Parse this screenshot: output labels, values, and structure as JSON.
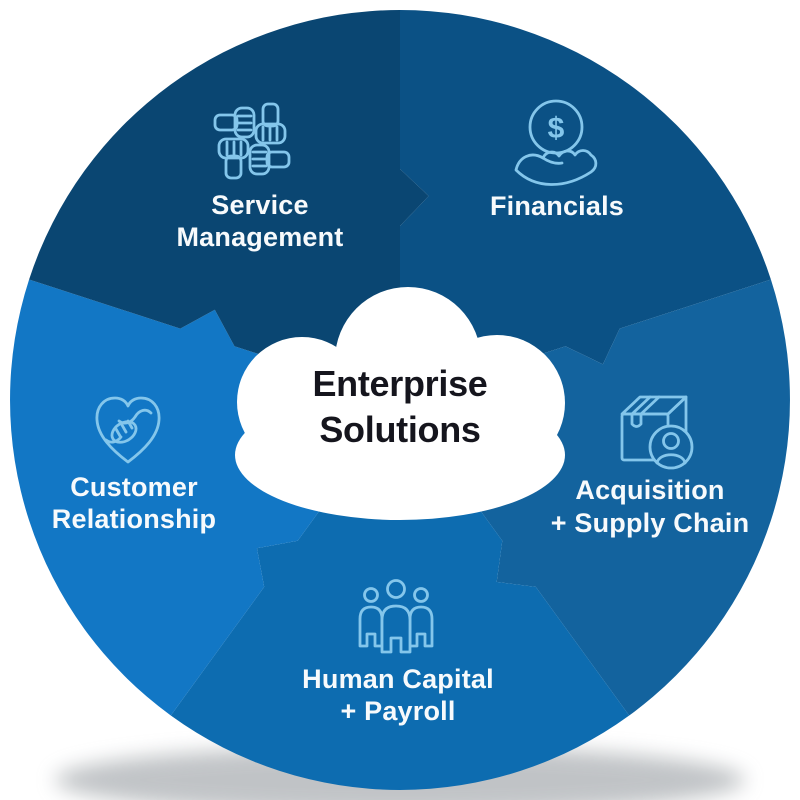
{
  "diagram": {
    "center": {
      "title_line1": "Enterprise",
      "title_line2": "Solutions"
    },
    "segments": [
      {
        "id": "service-management",
        "label_line1": "Service",
        "label_line2": "Management",
        "color": "#0A4672",
        "icon": "hands-teamwork-icon"
      },
      {
        "id": "financials",
        "label_line1": "Financials",
        "label_line2": "",
        "color": "#0B5185",
        "icon": "hand-coin-icon"
      },
      {
        "id": "acquisition-supply-chain",
        "label_line1": "Acquisition",
        "label_line2": "+ Supply Chain",
        "color": "#13639E",
        "icon": "package-person-icon"
      },
      {
        "id": "human-capital-payroll",
        "label_line1": "Human Capital",
        "label_line2": "+ Payroll",
        "color": "#0D6CB0",
        "icon": "people-group-icon"
      },
      {
        "id": "customer-relationship",
        "label_line1": "Customer",
        "label_line2": "Relationship",
        "color": "#1277C5",
        "icon": "heart-handshake-icon"
      }
    ],
    "icons": {
      "coin_symbol": "$"
    },
    "colors": {
      "background": "#FFFFFF",
      "cloud": "#FFFFFF",
      "icon_stroke": "#84C6EB",
      "label_text": "#F7FAFC",
      "center_text": "#15151D",
      "shadow": "#83898F"
    }
  }
}
